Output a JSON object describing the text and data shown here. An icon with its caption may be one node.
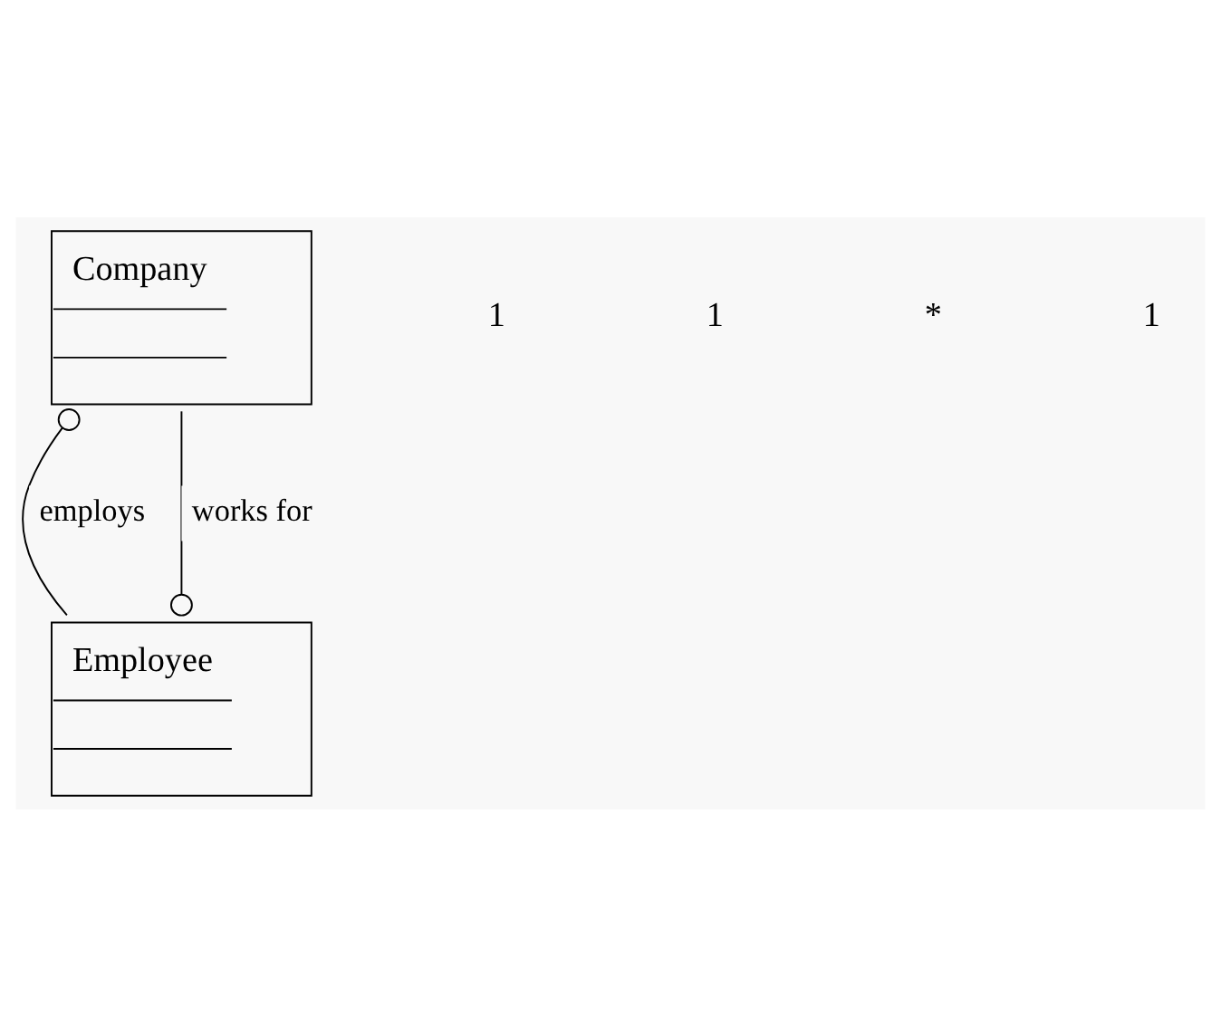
{
  "diagram": {
    "nodes": [
      {
        "text": [
          "Company"
        ]
      },
      {
        "text": [
          "Employee"
        ]
      }
    ],
    "edges": [
      {
        "from": 0,
        "to": 1,
        "arrow": "other",
        "label": "employs"
      },
      {
        "from": 1,
        "to": 0,
        "arrow": "other",
        "label": "works for"
      }
    ],
    "labels": [
      "1",
      "1",
      "*",
      "1"
    ]
  }
}
